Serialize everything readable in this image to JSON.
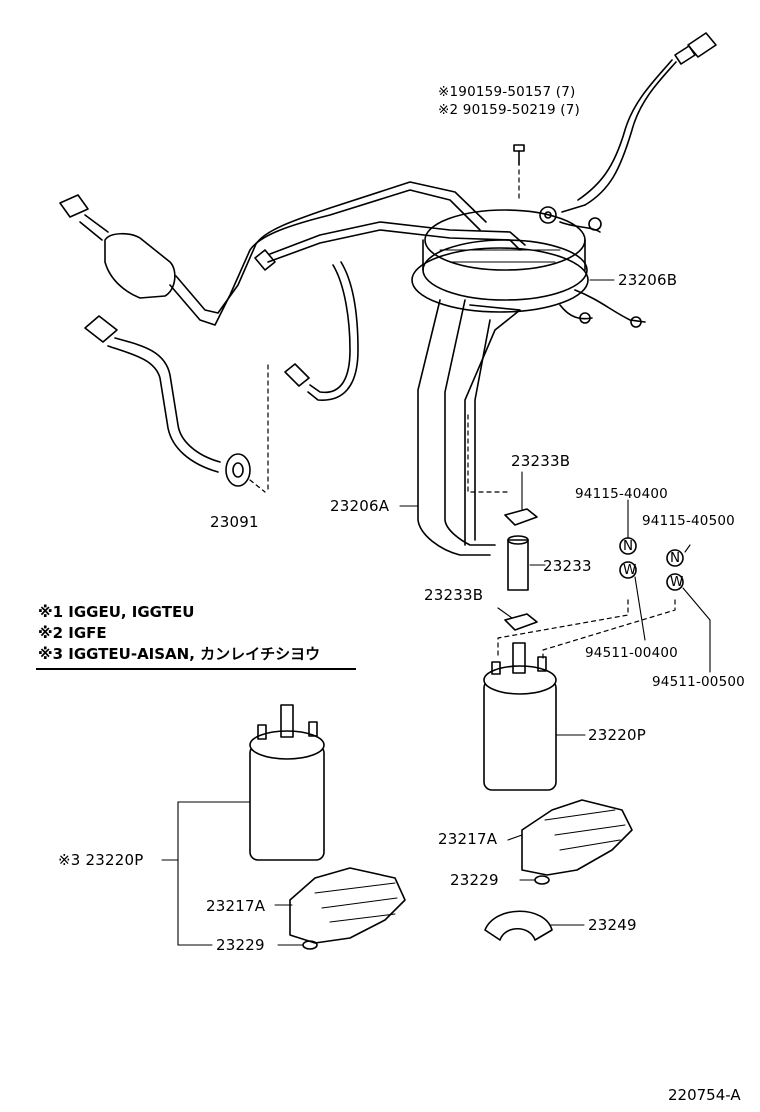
{
  "diagram": {
    "screw_spec_1": "※190159-50157 (7)",
    "screw_spec_2": "※2 90159-50219 (7)",
    "parts": {
      "p23206B": "23206B",
      "p23206A": "23206A",
      "p23091": "23091",
      "p23233B_top": "23233B",
      "p23233": "23233",
      "p23233B_bottom": "23233B",
      "p94115_40400": "94115-40400",
      "p94115_40500": "94115-40500",
      "p94511_00400": "94511-00400",
      "p94511_00500": "94511-00500",
      "p23220P": "23220P",
      "p23217A_right": "23217A",
      "p23229_right": "23229",
      "p23249": "23249",
      "p23220P_alt": "※3 23220P",
      "p23217A_left": "23217A",
      "p23229_left": "23229"
    },
    "gasket_letters": {
      "n": "N",
      "w": "W"
    },
    "legend": [
      "※1 IGGEU, IGGTEU",
      "※2 IGFE",
      "※3 IGGTEU-AISAN, カンレイチシヨウ"
    ],
    "diagram_code": "220754-A"
  }
}
